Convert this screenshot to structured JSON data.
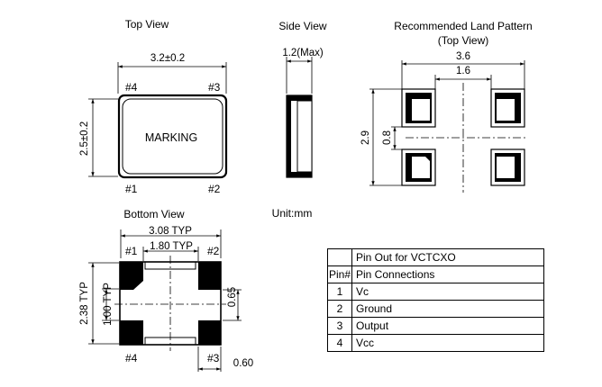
{
  "views": {
    "top": {
      "title": "Top View",
      "width_dim": "3.2±0.2",
      "height_dim": "2.5±0.2",
      "marking": "MARKING",
      "pins": [
        "#1",
        "#2",
        "#3",
        "#4"
      ]
    },
    "side": {
      "title": "Side View",
      "height_dim": "1.2(Max)"
    },
    "land": {
      "title_line1": "Recommended Land Pattern",
      "title_line2": "(Top View)",
      "outer_width": "3.6",
      "inner_width": "1.6",
      "outer_height": "2.9",
      "inner_height": "0.8"
    },
    "bottom": {
      "title": "Bottom View",
      "width_dim": "3.08 TYP",
      "inner_width": "1.80 TYP",
      "height_dim": "2.38 TYP",
      "inner_height": "1.00 TYP",
      "pad_gap": "0.65",
      "pad_width": "0.60",
      "pins": [
        "#1",
        "#2",
        "#3",
        "#4"
      ]
    }
  },
  "unit": "Unit:mm",
  "pin_table": {
    "title": "Pin Out for VCTCXO",
    "header_num": "Pin#",
    "header_desc": "Pin Connections",
    "rows": [
      {
        "num": "1",
        "desc": "Vc"
      },
      {
        "num": "2",
        "desc": "Ground"
      },
      {
        "num": "3",
        "desc": "Output"
      },
      {
        "num": "4",
        "desc": "Vcc"
      }
    ]
  }
}
